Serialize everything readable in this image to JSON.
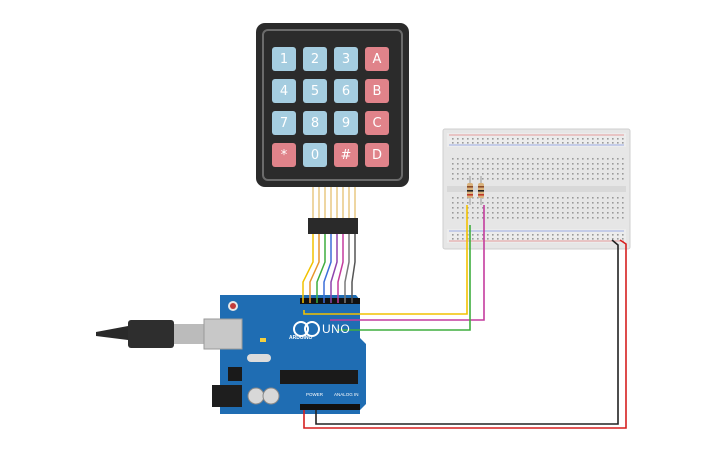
{
  "keypad": {
    "keys": [
      {
        "label": "1",
        "kind": "num"
      },
      {
        "label": "2",
        "kind": "num"
      },
      {
        "label": "3",
        "kind": "num"
      },
      {
        "label": "A",
        "kind": "let"
      },
      {
        "label": "4",
        "kind": "num"
      },
      {
        "label": "5",
        "kind": "num"
      },
      {
        "label": "6",
        "kind": "num"
      },
      {
        "label": "B",
        "kind": "let"
      },
      {
        "label": "7",
        "kind": "num"
      },
      {
        "label": "8",
        "kind": "num"
      },
      {
        "label": "9",
        "kind": "num"
      },
      {
        "label": "C",
        "kind": "let"
      },
      {
        "label": "*",
        "kind": "let"
      },
      {
        "label": "0",
        "kind": "num"
      },
      {
        "label": "#",
        "kind": "let"
      },
      {
        "label": "D",
        "kind": "let"
      }
    ]
  },
  "arduino": {
    "model_label": "UNO",
    "brand_label": "ARDUINO",
    "power_header_label": "POWER",
    "analog_header_label": "ANALOG IN"
  },
  "colors": {
    "board_blue": "#1f6db3",
    "number_key": "#a5cde0",
    "letter_key": "#e0838a",
    "wire_yellow": "#f2c200",
    "wire_green": "#3fae3f",
    "wire_magenta": "#c43c9e",
    "wire_red": "#d61f1f",
    "wire_black": "#222222"
  }
}
